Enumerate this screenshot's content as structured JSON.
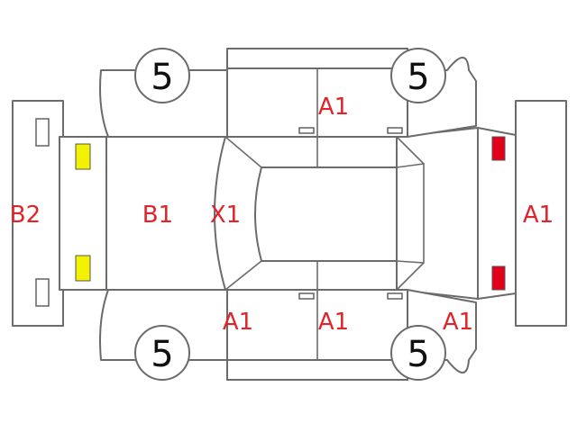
{
  "diagram": {
    "labels": {
      "rear_bumper": "B2",
      "trunk": "B1",
      "roof_front_pillar": "X1",
      "roof_top_right": "A1",
      "front_bumper": "A1",
      "left_door_front": "A1",
      "left_door_rear": "A1",
      "left_fender": "A1"
    },
    "wheels": {
      "front_top": "5",
      "rear_top": "5",
      "front_bottom": "5",
      "rear_bottom": "5"
    },
    "colors": {
      "label": "#e0252a",
      "rear_lights": "#f2f200",
      "front_lights": "#e3001b",
      "outline": "#6b6b6b"
    }
  }
}
